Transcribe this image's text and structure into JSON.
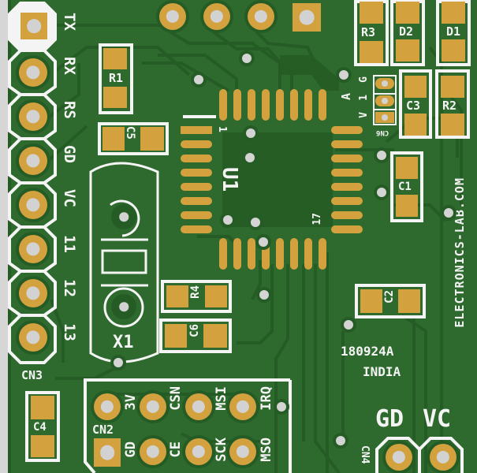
{
  "board": {
    "colors": {
      "soldermask": "#2e6a2e",
      "trace": "#255c25",
      "copper_pad": "#d3a23f",
      "drill": "#d2d2d2",
      "silkscreen": "#f4f4f4",
      "board_edge": "#d6d6d6"
    },
    "pcb_id": "180924A",
    "origin": "INDIA",
    "website": "ELECTRONICS-LAB.COM"
  },
  "connectors": {
    "cn3": {
      "ref": "CN3",
      "pins": [
        "TX",
        "RX",
        "RS",
        "GD",
        "VC",
        "11",
        "12",
        "13"
      ]
    },
    "cn2": {
      "ref": "CN2",
      "top_row": [
        "3V",
        "CSN",
        "MSI",
        "IRQ"
      ],
      "bottom_row": [
        "GD",
        "CE",
        "SCK",
        "MSO"
      ]
    },
    "cn4": {
      "ref": "CN4",
      "pins": [
        "GD",
        "VC"
      ]
    },
    "cn6": {
      "ref": "CN6",
      "pins": [
        "G",
        "1",
        "V"
      ],
      "side_label": "A"
    }
  },
  "components": {
    "u1": {
      "ref": "U1",
      "pin1": "1",
      "pin17": "17"
    },
    "x1": {
      "ref": "X1"
    },
    "r1": {
      "ref": "R1"
    },
    "r2": {
      "ref": "R2"
    },
    "r3": {
      "ref": "R3"
    },
    "r4": {
      "ref": "R4"
    },
    "c1": {
      "ref": "C1"
    },
    "c2": {
      "ref": "C2"
    },
    "c3": {
      "ref": "C3"
    },
    "c4": {
      "ref": "C4"
    },
    "c5": {
      "ref": "C5"
    },
    "c6": {
      "ref": "C6"
    },
    "d1": {
      "ref": "D1"
    },
    "d2": {
      "ref": "D2"
    }
  }
}
